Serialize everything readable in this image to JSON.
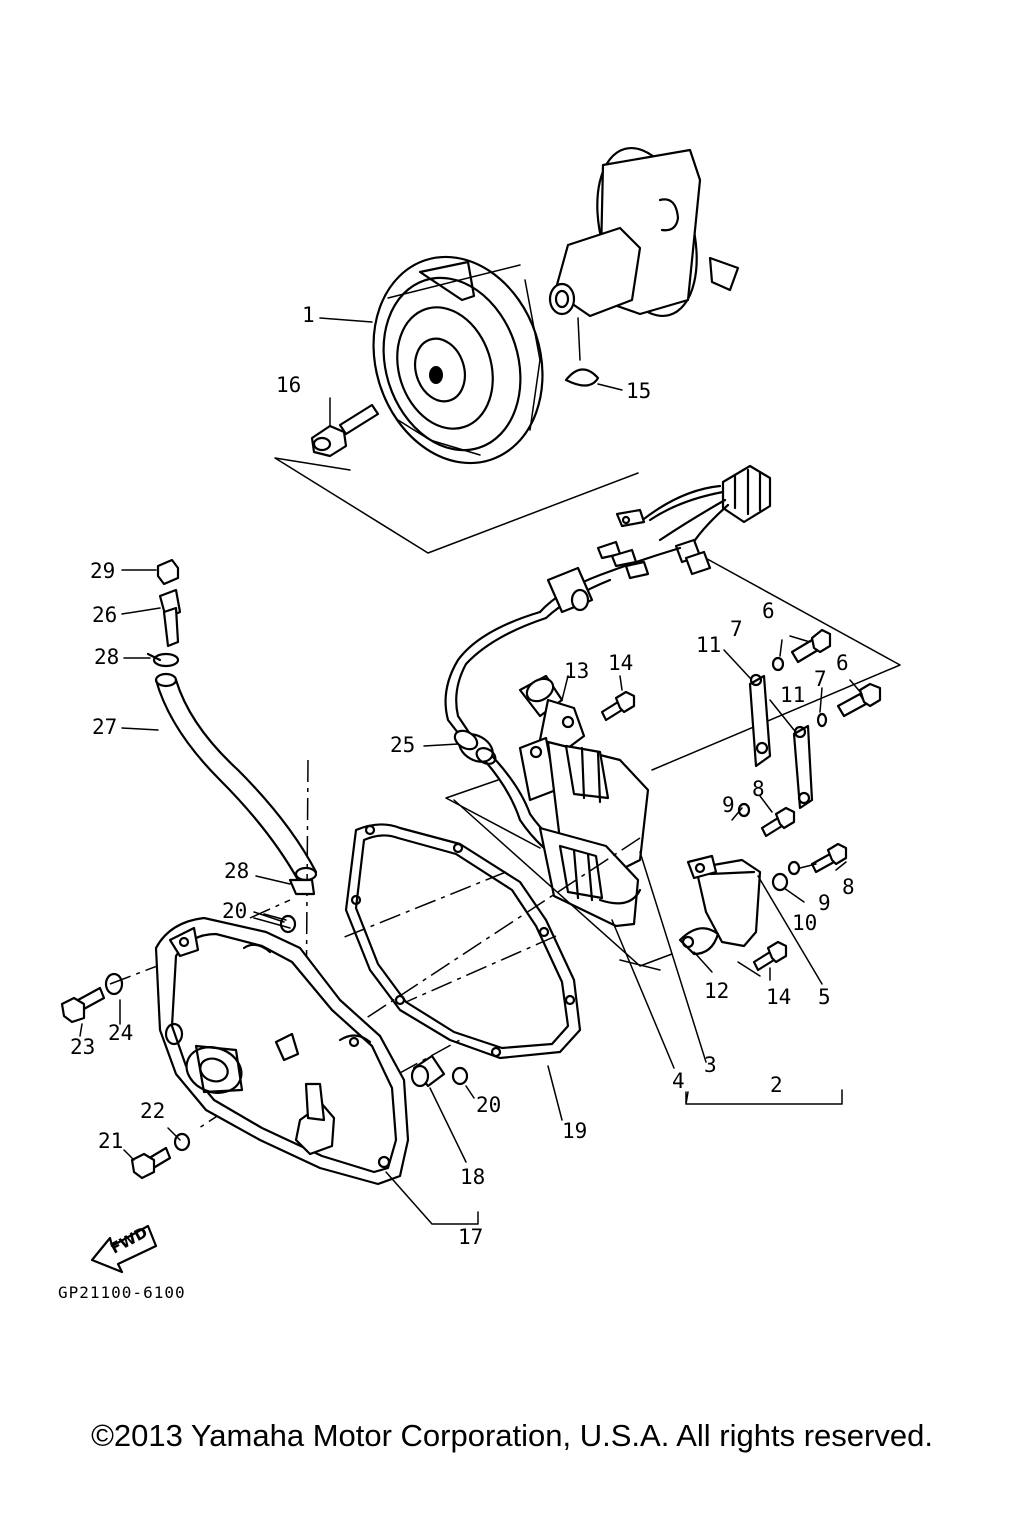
{
  "diagram": {
    "callouts": [
      {
        "id": "1",
        "text": "1"
      },
      {
        "id": "2",
        "text": "2"
      },
      {
        "id": "3",
        "text": "3"
      },
      {
        "id": "4",
        "text": "4"
      },
      {
        "id": "5",
        "text": "5"
      },
      {
        "id": "6a",
        "text": "6"
      },
      {
        "id": "6b",
        "text": "6"
      },
      {
        "id": "7a",
        "text": "7"
      },
      {
        "id": "7b",
        "text": "7"
      },
      {
        "id": "8a",
        "text": "8"
      },
      {
        "id": "8b",
        "text": "8"
      },
      {
        "id": "9a",
        "text": "9"
      },
      {
        "id": "9b",
        "text": "9"
      },
      {
        "id": "10",
        "text": "10"
      },
      {
        "id": "11a",
        "text": "11"
      },
      {
        "id": "11b",
        "text": "11"
      },
      {
        "id": "12",
        "text": "12"
      },
      {
        "id": "13",
        "text": "13"
      },
      {
        "id": "14a",
        "text": "14"
      },
      {
        "id": "14b",
        "text": "14"
      },
      {
        "id": "15",
        "text": "15"
      },
      {
        "id": "16",
        "text": "16"
      },
      {
        "id": "17",
        "text": "17"
      },
      {
        "id": "18",
        "text": "18"
      },
      {
        "id": "19",
        "text": "19"
      },
      {
        "id": "20a",
        "text": "20"
      },
      {
        "id": "20b",
        "text": "20"
      },
      {
        "id": "21",
        "text": "21"
      },
      {
        "id": "22",
        "text": "22"
      },
      {
        "id": "23",
        "text": "23"
      },
      {
        "id": "24",
        "text": "24"
      },
      {
        "id": "25",
        "text": "25"
      },
      {
        "id": "26",
        "text": "26"
      },
      {
        "id": "27",
        "text": "27"
      },
      {
        "id": "28a",
        "text": "28"
      },
      {
        "id": "28b",
        "text": "28"
      },
      {
        "id": "29",
        "text": "29"
      }
    ],
    "fwd_label": "FWD",
    "diagram_code": "GP21100-6100"
  },
  "footer": {
    "copyright": "©2013 Yamaha Motor Corporation, U.S.A. All rights reserved."
  }
}
